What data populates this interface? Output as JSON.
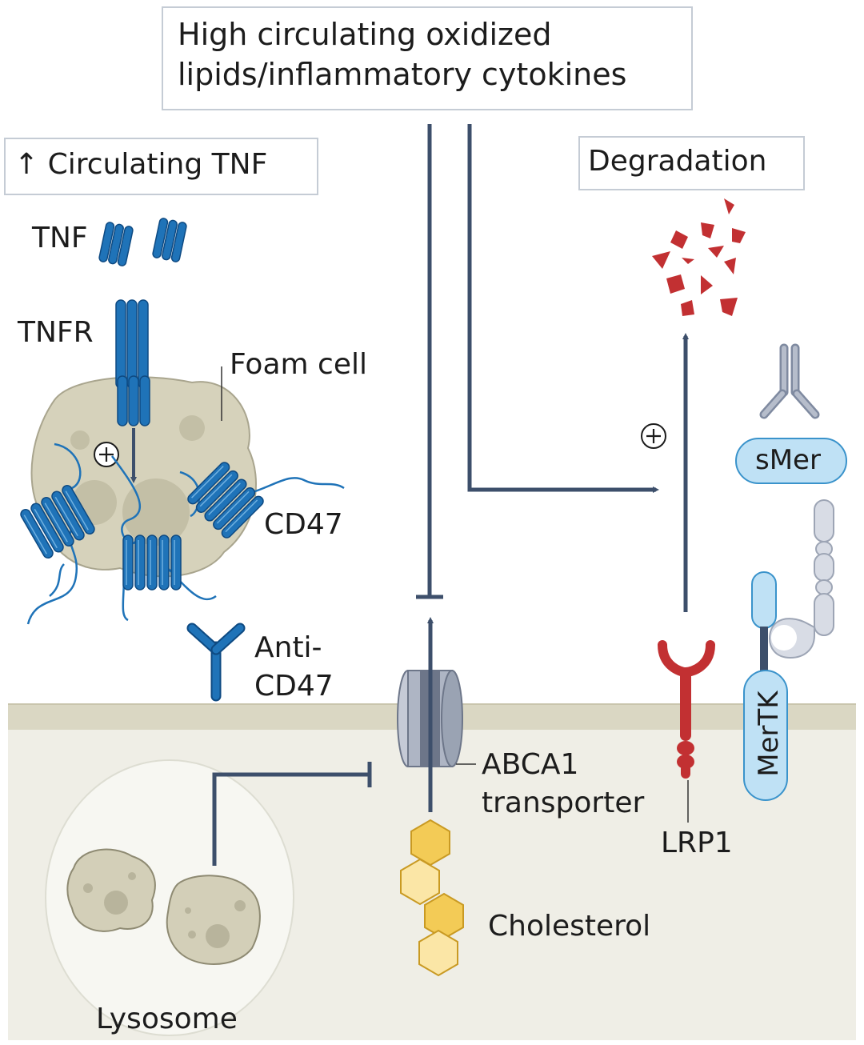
{
  "boxes": {
    "high_circulating_line1": "High circulating oxidized",
    "high_circulating_line2": "lipids/inflammatory cytokines",
    "circulating_tnf": "↑ Circulating TNF",
    "degradation": "Degradation"
  },
  "labels": {
    "tnf": "TNF",
    "tnfr": "TNFR",
    "foam_cell": "Foam cell",
    "cd47": "CD47",
    "anti_cd47_line1": "Anti-",
    "anti_cd47_line2": "CD47",
    "abca1_line1": "ABCA1",
    "abca1_line2": "transporter",
    "cholesterol": "Cholesterol",
    "lysosome": "Lysosome",
    "lrp1": "LRP1",
    "smer": "sMer",
    "mertk": "MerTK",
    "plus": "+"
  },
  "colors": {
    "arrow": "#3d4f6b",
    "tnf_blue": "#1f73b8",
    "membrane": "#dad7c3",
    "cytoplasm": "#efeee6",
    "foam_cell": "#d6d2bb",
    "lrp1_red": "#c23032",
    "mertk_blue": "#bfe1f5",
    "abca1_gray": "#9aa3b3",
    "cholesterol_yellow": "#f3cb56"
  }
}
